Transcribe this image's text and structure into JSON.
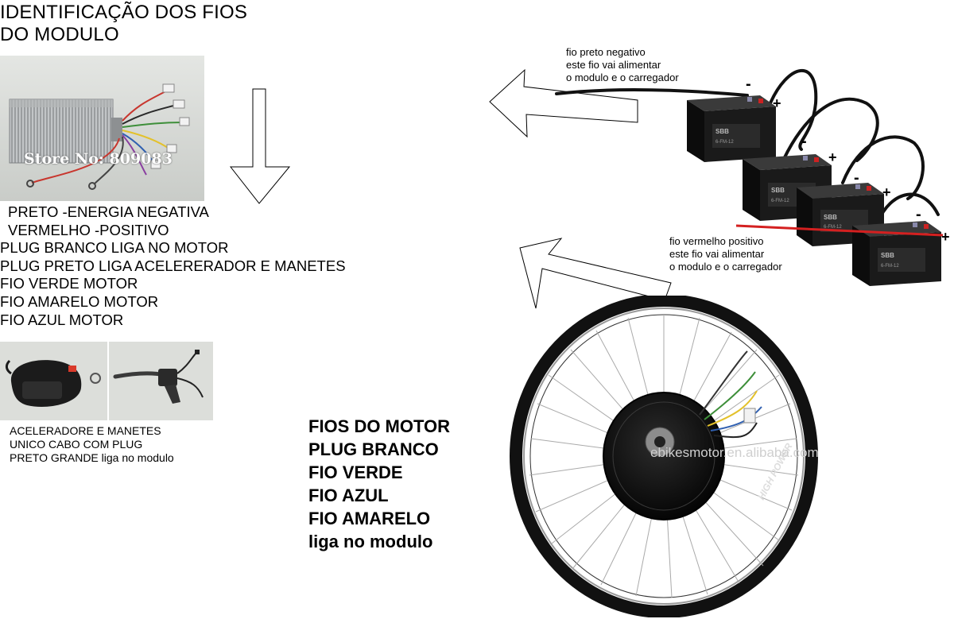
{
  "title": {
    "line1": "IDENTIFICAÇÃO DOS FIOS",
    "line2": "DO MODULO"
  },
  "controller_photo": {
    "watermark": "Store No: 809083"
  },
  "wire_legend": [
    "PRETO -ENERGIA NEGATIVA",
    "VERMELHO -POSITIVO",
    "PLUG BRANCO LIGA NO MOTOR",
    "PLUG PRETO LIGA ACELERERADOR E MANETES",
    "FIO VERDE MOTOR",
    "FIO AMARELO MOTOR",
    "FIO AZUL MOTOR"
  ],
  "accessories_caption": {
    "line1": "ACELERADORE E MANETES",
    "line2": "UNICO CABO COM PLUG",
    "line3": "PRETO GRANDE liga no modulo"
  },
  "negative_note": {
    "line1": "fio preto negativo",
    "line2": "este fio vai alimentar",
    "line3": "o modulo e o carregador"
  },
  "positive_note": {
    "line1": "fio vermelho positivo",
    "line2": "este fio vai alimentar",
    "line3": "o modulo e o carregador"
  },
  "battery": {
    "minus": "-",
    "plus": "+",
    "brand": "SBB",
    "model": "6-FM-12",
    "count": 4
  },
  "motor_text": [
    "FIOS DO MOTOR",
    "PLUG BRANCO",
    "FIO VERDE",
    "FIO AZUL",
    "FIO AMARELO",
    "liga no modulo"
  ],
  "wheel": {
    "watermark": "ebikesmotor.en.alibaba.com",
    "rim_label": "HIGH POWER"
  },
  "colors": {
    "red_wire": "#d42020",
    "black_wire": "#111111",
    "photo_bg": "#d9dbd8",
    "battery_body": "#1a1a1a"
  }
}
